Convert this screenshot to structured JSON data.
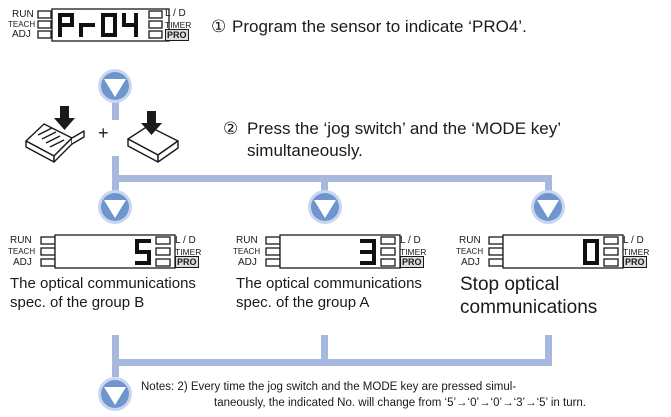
{
  "step1": {
    "num": "①",
    "text": "Program the sensor to indicate ‘PRO4’."
  },
  "step2": {
    "num": "②",
    "line1": "Press the ‘jog switch’ and the ‘MODE key’",
    "line2": "simultaneously."
  },
  "plus": "+",
  "panel_labels": {
    "run": "RUN",
    "teach": "TEACH",
    "adj": "ADJ",
    "ld": "L / D",
    "timer": "TIMER",
    "pro": "PRO"
  },
  "top_display": {
    "value": "PrO4"
  },
  "groups": [
    {
      "value": "5",
      "caption": "The optical communications spec. of the group B"
    },
    {
      "value": "3",
      "caption": "The optical communications spec. of the group A"
    },
    {
      "value": "0",
      "caption": "Stop optical communications"
    }
  ],
  "notes": {
    "line1": "Notes: 2) Every time the jog switch and the MODE key are pressed simul-",
    "line2": "taneously, the indicated No. will change from ‘5’→‘0’→‘0’→‘3’→‘5’ in turn."
  },
  "colors": {
    "flow": "#a6b9dc",
    "arrow_fill": "#6f95cf",
    "arrow_ring": "#c9d6ee",
    "ink": "#1a1a1a"
  }
}
